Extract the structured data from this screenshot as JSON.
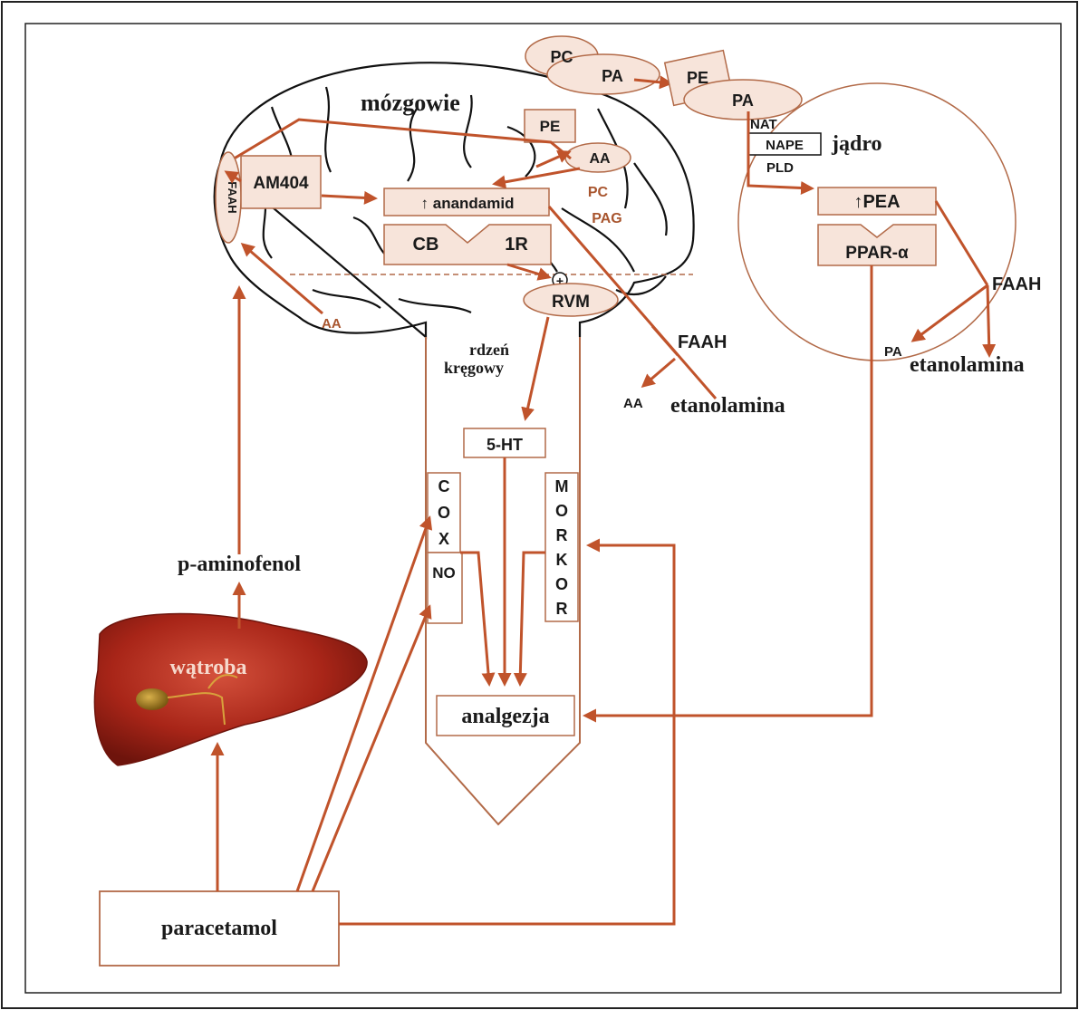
{
  "colors": {
    "arrow": "#c0532b",
    "box_fill": "#f7e4da",
    "box_stroke": "#b26a48",
    "brown_text": "#a8552e",
    "liver": "#b3281d"
  },
  "labels": {
    "brain": "mózgowie",
    "nucleus": "jądro",
    "spinal_line1": "rdzeń",
    "spinal_line2": "kręgowy",
    "p_aminophenol": "p-aminofenol",
    "liver": "wątroba",
    "analgesia": "analgezja",
    "paracetamol": "paracetamol",
    "etanolamina_1": "etanolamina",
    "etanolamina_2": "etanolamina",
    "faah_1": "FAAH",
    "faah_2": "FAAH",
    "faah_brain": "FAAH",
    "aa_bottom": "AA",
    "aa_brain": "AA",
    "aa_left": "AA",
    "pa_right": "PA",
    "pc_top": "PC",
    "pa_top1": "PA",
    "pe_top": "PE",
    "pa_top2": "PA",
    "pe_brain": "PE",
    "pc_brain": "PC",
    "pag": "PAG",
    "am404": "AM404",
    "anandamid": "↑ anandamid",
    "cb": "CB",
    "r1": "1R",
    "rvm": "RVM",
    "plus": "+",
    "nat": "NAT",
    "nape": "NAPE",
    "pld": "PLD",
    "pea": "↑PEA",
    "ppar": "PPAR-α",
    "ht5": "5-HT",
    "cox": [
      "C",
      "O",
      "X"
    ],
    "no": "NO",
    "morkor": [
      "M",
      "O",
      "R",
      "K",
      "O",
      "R"
    ]
  }
}
